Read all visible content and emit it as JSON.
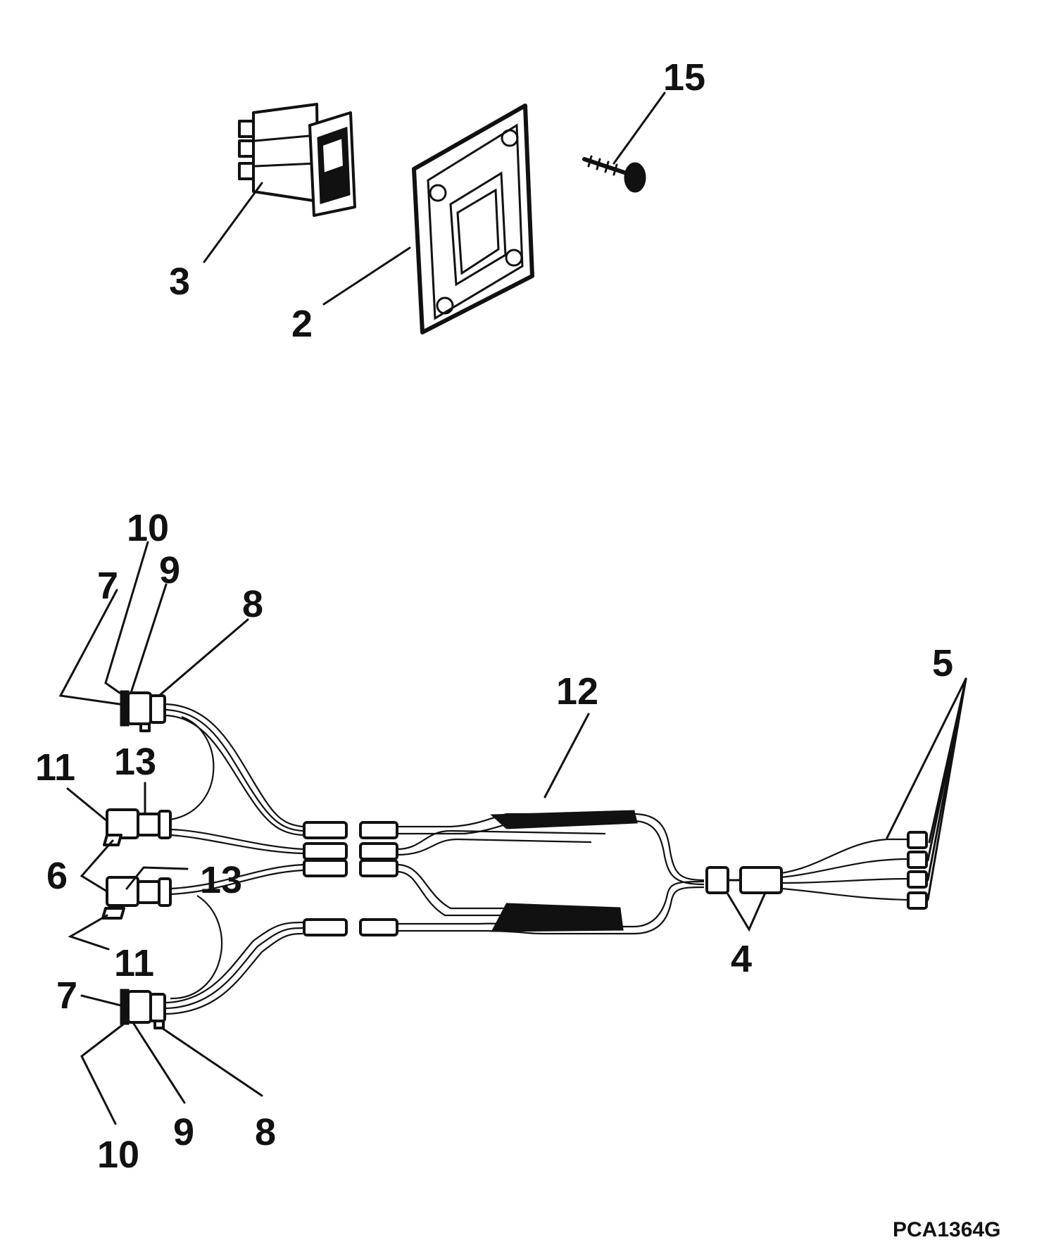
{
  "figure_id": "PCA1364G",
  "callouts": [
    {
      "id": "c15",
      "text": "15"
    },
    {
      "id": "c3",
      "text": "3"
    },
    {
      "id": "c2",
      "text": "2"
    },
    {
      "id": "c10a",
      "text": "10"
    },
    {
      "id": "c9a",
      "text": "9"
    },
    {
      "id": "c7a",
      "text": "7"
    },
    {
      "id": "c8a",
      "text": "8"
    },
    {
      "id": "c11a",
      "text": "11"
    },
    {
      "id": "c13a",
      "text": "13"
    },
    {
      "id": "c6",
      "text": "6"
    },
    {
      "id": "c13b",
      "text": "13"
    },
    {
      "id": "c11b",
      "text": "11"
    },
    {
      "id": "c12",
      "text": "12"
    },
    {
      "id": "c5",
      "text": "5"
    },
    {
      "id": "c4",
      "text": "4"
    },
    {
      "id": "c7b",
      "text": "7"
    },
    {
      "id": "c10b",
      "text": "10"
    },
    {
      "id": "c9b",
      "text": "9"
    },
    {
      "id": "c8b",
      "text": "8"
    }
  ]
}
